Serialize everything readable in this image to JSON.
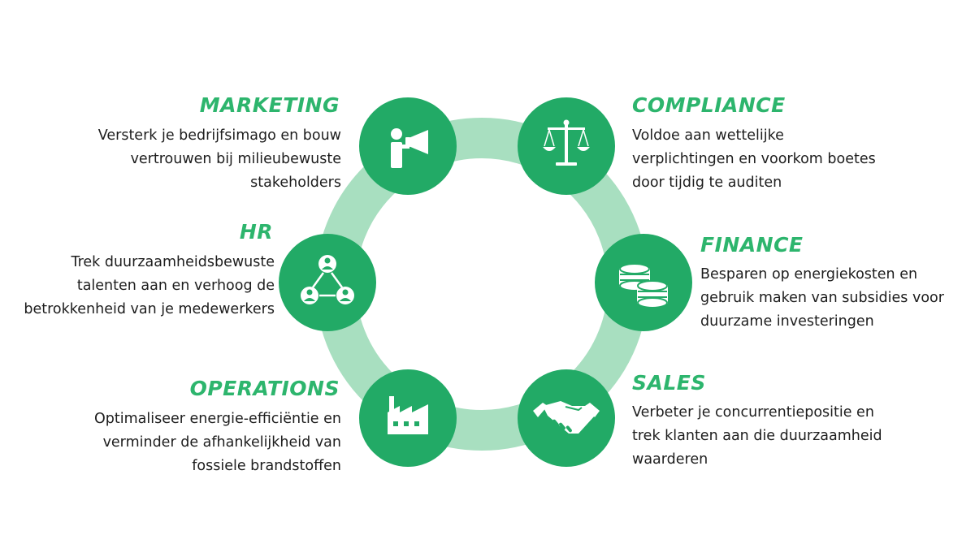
{
  "colors": {
    "accent": "#22AA66",
    "accent_title": "#2DB56D",
    "ring": "#A8DFC0",
    "text": "#1D1D1D",
    "icon": "#FFFFFF"
  },
  "items": [
    {
      "id": "marketing",
      "title": "MARKETING",
      "description": "Versterk je bedrijfsimago en bouw\nvertrouwen bij milieubewuste\nstakeholders",
      "icon": "megaphone-icon"
    },
    {
      "id": "compliance",
      "title": "COMPLIANCE",
      "description": "Voldoe aan wettelijke\nverplichtingen en voorkom boetes\ndoor tijdig te auditen",
      "icon": "scales-icon"
    },
    {
      "id": "hr",
      "title": "HR",
      "description": "Trek duurzaamheidsbewuste\ntalenten aan en verhoog de\nbetrokkenheid van je medewerkers",
      "icon": "people-network-icon"
    },
    {
      "id": "finance",
      "title": "FINANCE",
      "description": "Besparen op energiekosten en\ngebruik maken van subsidies voor\nduurzame investeringen",
      "icon": "coins-icon"
    },
    {
      "id": "operations",
      "title": "OPERATIONS",
      "description": "Optimaliseer energie-efficiëntie en\nverminder de afhankelijkheid van\nfossiele brandstoffen",
      "icon": "factory-icon"
    },
    {
      "id": "sales",
      "title": "SALES",
      "description": "Verbeter je concurrentiepositie en\ntrek klanten aan die duurzaamheid\nwaarderen",
      "icon": "handshake-icon"
    }
  ]
}
